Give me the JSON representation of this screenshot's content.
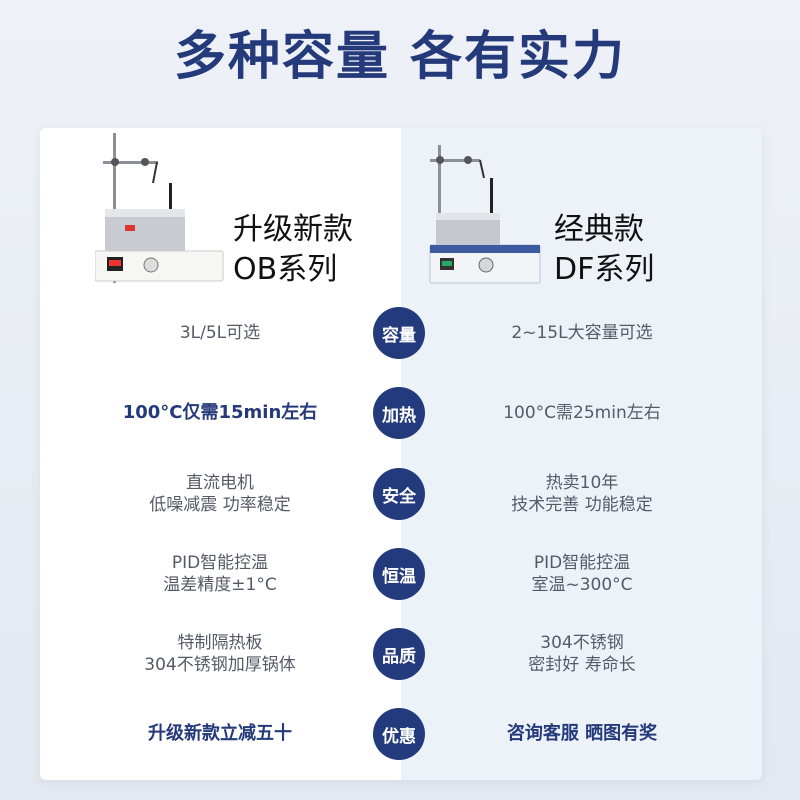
{
  "page": {
    "title": "多种容量 各有实力"
  },
  "products": {
    "left": {
      "name_line1": "升级新款",
      "name_line2": "OB系列",
      "image_icon": "stirrer-heater-ob-icon"
    },
    "right": {
      "name_line1": "经典款",
      "name_line2": "DF系列",
      "image_icon": "stirrer-heater-df-icon"
    }
  },
  "rows": [
    {
      "label": "容量",
      "left": [
        "3L/5L可选"
      ],
      "right": [
        "2~15L大容量可选"
      ],
      "left_strong": false,
      "right_strong": false
    },
    {
      "label": "加热",
      "left": [
        "100°C仅需15min左右"
      ],
      "right": [
        "100°C需25min左右"
      ],
      "left_strong": true,
      "right_strong": false
    },
    {
      "label": "安全",
      "left": [
        "直流电机",
        "低噪减震 功率稳定"
      ],
      "right": [
        "热卖10年",
        "技术完善 功能稳定"
      ],
      "left_strong": false,
      "right_strong": false
    },
    {
      "label": "恒温",
      "left": [
        "PID智能控温",
        "温差精度±1°C"
      ],
      "right": [
        "PID智能控温",
        "室温~300°C"
      ],
      "left_strong": false,
      "right_strong": false
    },
    {
      "label": "品质",
      "left": [
        "特制隔热板",
        "304不锈钢加厚锅体"
      ],
      "right": [
        "304不锈钢",
        "密封好 寿命长"
      ],
      "left_strong": false,
      "right_strong": false
    },
    {
      "label": "优惠",
      "left": [
        "升级新款立减五十"
      ],
      "right": [
        "咨询客服 晒图有奖"
      ],
      "left_strong": true,
      "right_strong": true
    }
  ],
  "colors": {
    "accent": "#233b7c",
    "title": "#243a7a",
    "text": "#555a66"
  }
}
